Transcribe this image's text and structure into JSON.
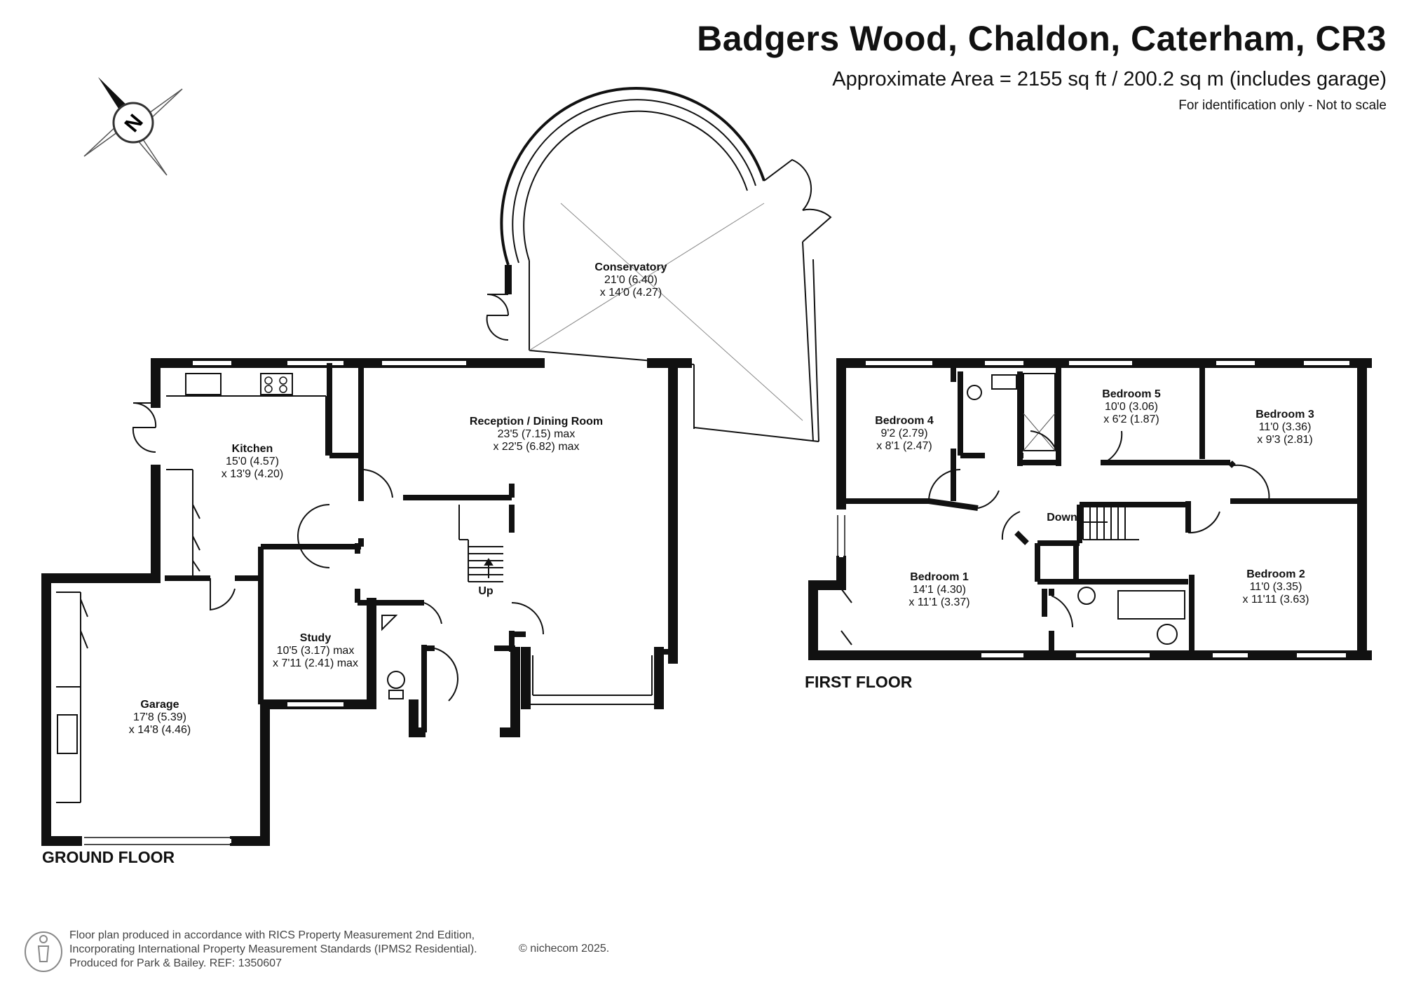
{
  "header": {
    "title": "Badgers Wood, Chaldon, Caterham, CR3",
    "area": "Approximate Area = 2155 sq ft / 200.2 sq m (includes garage)",
    "note": "For identification only - Not to scale"
  },
  "compass": {
    "icon": "compass-north-icon",
    "letter": "N"
  },
  "floors": {
    "ground": "GROUND FLOOR",
    "first": "FIRST FLOOR"
  },
  "rooms": {
    "conservatory": {
      "name": "Conservatory",
      "dim1": "21'0 (6.40)",
      "dim2": "x 14'0 (4.27)"
    },
    "reception": {
      "name": "Reception / Dining Room",
      "dim1": "23'5 (7.15) max",
      "dim2": "x 22'5 (6.82) max"
    },
    "kitchen": {
      "name": "Kitchen",
      "dim1": "15'0 (4.57)",
      "dim2": "x 13'9 (4.20)"
    },
    "study": {
      "name": "Study",
      "dim1": "10'5 (3.17) max",
      "dim2": "x 7'11 (2.41) max"
    },
    "garage": {
      "name": "Garage",
      "dim1": "17'8 (5.39)",
      "dim2": "x 14'8 (4.46)"
    },
    "bedroom4": {
      "name": "Bedroom 4",
      "dim1": "9'2 (2.79)",
      "dim2": "x 8'1 (2.47)"
    },
    "bedroom5": {
      "name": "Bedroom 5",
      "dim1": "10'0 (3.06)",
      "dim2": "x 6'2 (1.87)"
    },
    "bedroom3": {
      "name": "Bedroom 3",
      "dim1": "11'0 (3.36)",
      "dim2": "x 9'3 (2.81)"
    },
    "bedroom1": {
      "name": "Bedroom 1",
      "dim1": "14'1 (4.30)",
      "dim2": "x 11'1 (3.37)"
    },
    "bedroom2": {
      "name": "Bedroom 2",
      "dim1": "11'0 (3.35)",
      "dim2": "x 11'11 (3.63)"
    }
  },
  "stairs": {
    "up": "Up",
    "down": "Down"
  },
  "footer": {
    "line1": "Floor plan produced in accordance with RICS Property Measurement 2nd Edition,",
    "line2": "Incorporating International Property Measurement Standards (IPMS2 Residential).",
    "line3": "Produced for Park & Bailey.   REF:  1350607",
    "copyright": "© nichecom 2025."
  },
  "colors": {
    "wall": "#111111",
    "window": "#ffffff",
    "text": "#111111",
    "footer": "#444444"
  }
}
